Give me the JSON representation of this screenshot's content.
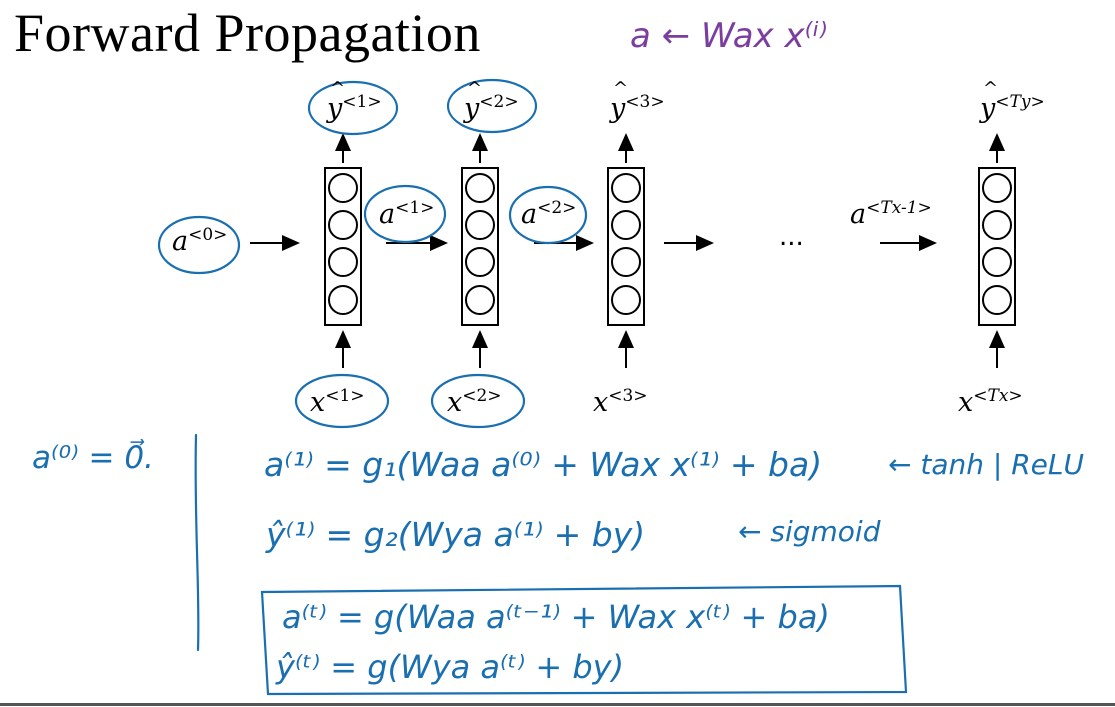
{
  "slide": {
    "title": "Forward Propagation"
  },
  "annotation_top": {
    "text": "a ← Wax x⁽ⁱ⁾",
    "color": "#7b3d9e"
  },
  "diagram": {
    "ellipsis": "...",
    "inputs": [
      {
        "base": "x",
        "sup": "<1>"
      },
      {
        "base": "x",
        "sup": "<2>"
      },
      {
        "base": "x",
        "sup": "<3>"
      },
      {
        "base": "x",
        "sup": "<Tx>"
      }
    ],
    "outputs": [
      {
        "base": "y",
        "sup": "<1>"
      },
      {
        "base": "y",
        "sup": "<2>"
      },
      {
        "base": "y",
        "sup": "<3>"
      },
      {
        "base": "y",
        "sup": "<Ty>"
      }
    ],
    "activations": [
      {
        "base": "a",
        "sup": "<0>"
      },
      {
        "base": "a",
        "sup": "<1>"
      },
      {
        "base": "a",
        "sup": "<2>"
      },
      {
        "base": "a",
        "sup": "<Tx-1>"
      }
    ]
  },
  "handwritten": {
    "init": "a⁽⁰⁾ = 0⃗.",
    "eq1": "a⁽¹⁾ = g₁(Waa a⁽⁰⁾ + Wax x⁽¹⁾ + ba)",
    "eq1_note": "← tanh | ReLU",
    "eq2": "ŷ⁽¹⁾ = g₂(Wya a⁽¹⁾ + by)",
    "eq2_note": "← sigmoid",
    "boxed_eq1": "a⁽ᵗ⁾ = g(Waa a⁽ᵗ⁻¹⁾ + Wax x⁽ᵗ⁾ + ba)",
    "boxed_eq2": "ŷ⁽ᵗ⁾ = g(Wya a⁽ᵗ⁾ + by)"
  },
  "colors": {
    "ink_blue": "#1a6fb0",
    "ink_purple": "#7b3d9e",
    "black": "#000000"
  }
}
